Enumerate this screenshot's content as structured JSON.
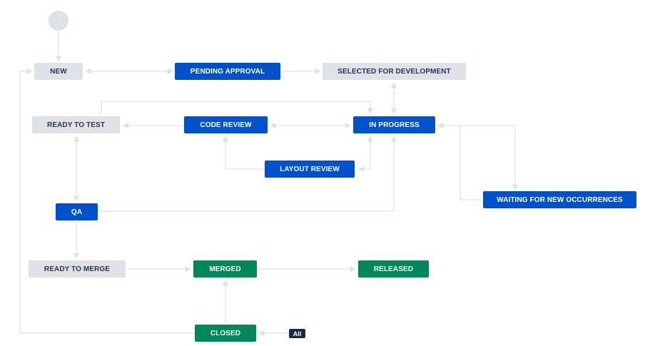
{
  "workflow": {
    "colors": {
      "todo": "#dfe1e6",
      "in_progress": "#0052cc",
      "done": "#00875a",
      "connector": "#dfe1e6",
      "badge": "#172b4d"
    },
    "start_node": "start",
    "statuses": {
      "new": "NEW",
      "pending_approval": "PENDING APPROVAL",
      "selected_for_development": "SELECTED FOR DEVELOPMENT",
      "ready_to_test": "READY TO TEST",
      "code_review": "CODE REVIEW",
      "in_progress": "IN PROGRESS",
      "layout_review": "LAYOUT REVIEW",
      "waiting_for_new_occurrences": "WAITING FOR NEW OCCURRENCES",
      "qa": "QA",
      "ready_to_merge": "READY TO MERGE",
      "merged": "MERGED",
      "released": "RELEASED",
      "closed": "CLOSED"
    },
    "status_categories": {
      "new": "todo",
      "pending_approval": "in_progress",
      "selected_for_development": "todo",
      "ready_to_test": "todo",
      "code_review": "in_progress",
      "in_progress": "in_progress",
      "layout_review": "in_progress",
      "waiting_for_new_occurrences": "in_progress",
      "qa": "in_progress",
      "ready_to_merge": "todo",
      "merged": "done",
      "released": "done",
      "closed": "done"
    },
    "global_transition_badge": "All",
    "transitions": [
      {
        "from": "start",
        "to": "new"
      },
      {
        "from": "new",
        "to": "pending_approval",
        "bidirectional": true
      },
      {
        "from": "pending_approval",
        "to": "selected_for_development"
      },
      {
        "from": "selected_for_development",
        "to": "in_progress",
        "bidirectional": true
      },
      {
        "from": "ready_to_test",
        "to": "in_progress"
      },
      {
        "from": "code_review",
        "to": "ready_to_test"
      },
      {
        "from": "code_review",
        "to": "in_progress",
        "bidirectional": true
      },
      {
        "from": "layout_review",
        "to": "code_review"
      },
      {
        "from": "layout_review",
        "to": "in_progress",
        "bidirectional": true
      },
      {
        "from": "in_progress",
        "to": "waiting_for_new_occurrences",
        "bidirectional": true
      },
      {
        "from": "ready_to_test",
        "to": "qa",
        "bidirectional": true
      },
      {
        "from": "qa",
        "to": "in_progress"
      },
      {
        "from": "qa",
        "to": "ready_to_merge"
      },
      {
        "from": "ready_to_merge",
        "to": "merged"
      },
      {
        "from": "merged",
        "to": "released"
      },
      {
        "from": "closed",
        "to": "merged"
      },
      {
        "from": "closed",
        "to": "new"
      },
      {
        "from": "all",
        "to": "closed"
      }
    ]
  }
}
